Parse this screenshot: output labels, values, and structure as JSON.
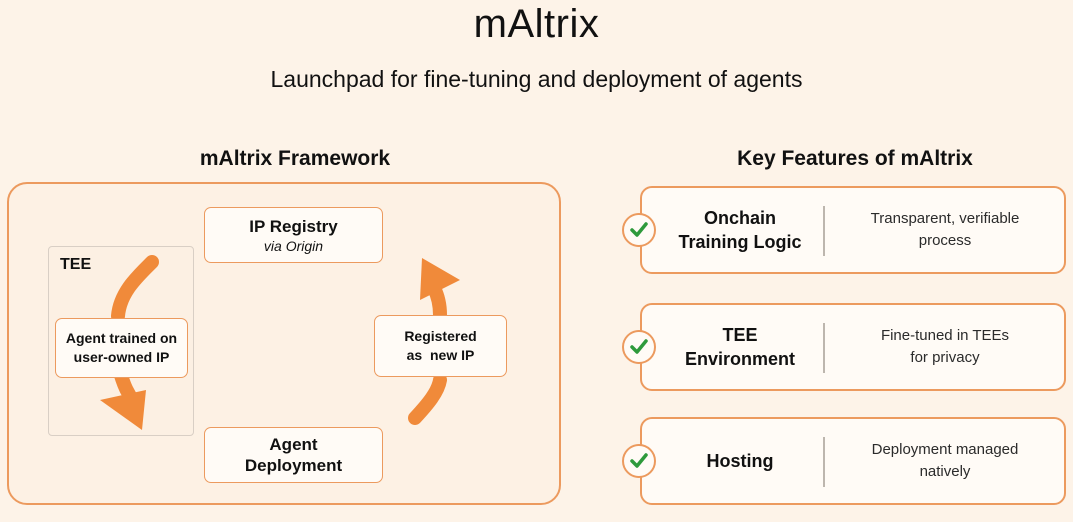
{
  "header": {
    "title": "mAltrix",
    "subtitle": "Launchpad for fine-tuning and deployment of agents"
  },
  "framework": {
    "title": "mAltrix Framework",
    "tee_label": "TEE",
    "nodes": {
      "ip_registry": {
        "label": "IP Registry",
        "sublabel": "via Origin"
      },
      "agent_trained": {
        "line1": "Agent trained on",
        "line2": "user-owned IP"
      },
      "registered": {
        "line1": "Registered",
        "line2": "as  new IP"
      },
      "agent_deployment": {
        "line1": "Agent",
        "line2": "Deployment"
      }
    }
  },
  "features": {
    "title": "Key Features of mAltrix",
    "items": [
      {
        "title_line1": "Onchain",
        "title_line2": "Training Logic",
        "desc_line1": "Transparent, verifiable",
        "desc_line2": "process"
      },
      {
        "title_line1": "TEE",
        "title_line2": "Environment",
        "desc_line1": "Fine-tuned in TEEs",
        "desc_line2": "for privacy"
      },
      {
        "title_line1": "Hosting",
        "title_line2": "",
        "desc_line1": "Deployment managed",
        "desc_line2": "natively"
      }
    ]
  },
  "colors": {
    "accent": "#f08a3a",
    "border": "#ec9a5e",
    "check": "#2e9a3c",
    "background": "#fdf3e8"
  },
  "icons": [
    "check-icon",
    "curved-arrow-icon"
  ]
}
